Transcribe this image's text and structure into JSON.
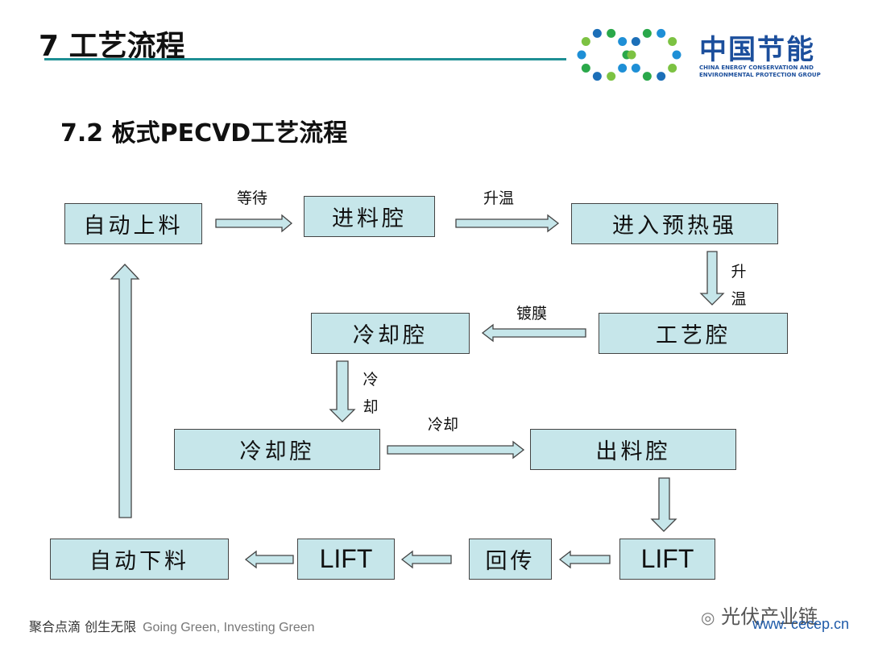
{
  "header": {
    "title": "7 工艺流程",
    "logo": {
      "name": "中国节能",
      "subtitle_line1": "CHINA ENERGY CONSERVATION AND",
      "subtitle_line2": "ENVIRONMENTAL PROTECTION GROUP",
      "dot_colors": [
        "#2aa84a",
        "#1e8fd6",
        "#7cc242",
        "#1c6fb8"
      ]
    }
  },
  "subtitle": "7.2 板式PECVD工艺流程",
  "diagram": {
    "nodes": {
      "auto_load": "自动上料",
      "feed_chamber": "进料腔",
      "preheat": "进入预热强",
      "process_chamber": "工艺腔",
      "cooling_chamber_1": "冷却腔",
      "cooling_chamber_2": "冷却腔",
      "discharge_chamber": "出料腔",
      "lift_right": "LIFT",
      "return_transfer": "回传",
      "lift_left": "LIFT",
      "auto_unload": "自动下料"
    },
    "edge_labels": {
      "wait": "等待",
      "heat_up_1": "升温",
      "heat_up_2_a": "升",
      "heat_up_2_b": "温",
      "coating": "镀膜",
      "cool_a": "冷",
      "cool_b": "却",
      "cool_h": "冷却"
    }
  },
  "footer": {
    "slogan_cn": "聚合点滴 创生无限",
    "slogan_en": "Going Green, Investing Green",
    "url": "www. cecep.cn",
    "watermark": "光伏产业链"
  }
}
